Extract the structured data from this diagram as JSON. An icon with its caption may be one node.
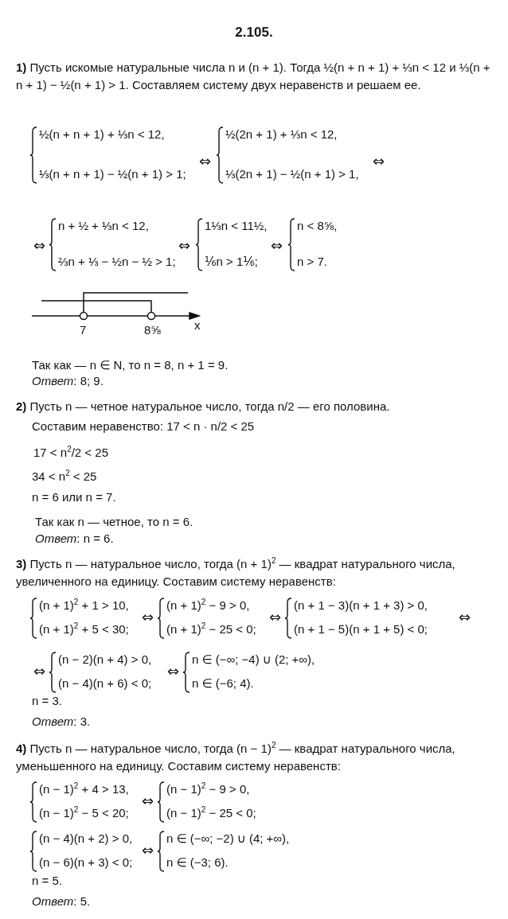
{
  "diagram": {
    "title": "2.105.",
    "labels": [
      "**1)** Пусть искомые натуральные числа n и (n + 1). Тогда ½(n + n + 1) + ⅓n < 12 и ⅓(n + n + 1) − ½(n + 1) > 1. Составляем систему двух неравенств и решаем ее.",
      "½(n + n + 1) + ⅓n < 12,",
      "⅓(n + n + 1) − ½(n + 1) > 1;",
      "⇔",
      "½(2n + 1) + ⅓n < 12,",
      "⅓(2n + 1) − ½(n + 1) > 1,",
      "⇔",
      "⇔",
      "n + ½ + ⅓n < 12,",
      "⅔n + ⅓ − ½n − ½ > 1;",
      "⇔",
      "1⅓n < 11½,",
      "⅙n > 1⅙;",
      "⇔",
      "n < 8⅝,",
      "n > 7.",
      "7",
      "8⅝",
      "x",
      "Так как — n ∈ N, то n = 8, n + 1 = 9.",
      "*Ответ*: 8; 9.",
      "**2)** Пусть n — четное натуральное число, тогда n/2 — его половина.",
      "Составим неравенство: 17 < n · n/2 < 25",
      "17 < n$^{2}$/2 < 25",
      "34 < n$^{2}$ < 25",
      "n = 6 или n = 7.",
      "Так как n — четное, то n = 6.",
      "*Ответ*: n = 6.",
      "**3)** Пусть n — натуральное число, тогда (n + 1)$^{2}$ — квадрат натурального числа, увеличенного на единицу. Составим систему неравенств:",
      "(n + 1)$^{2}$ + 1 > 10,",
      "(n + 1)$^{2}$ + 5 < 30;",
      "⇔",
      "(n + 1)$^{2}$ − 9 > 0,",
      "(n + 1)$^{2}$ − 25 < 0;",
      "⇔",
      "(n + 1 − 3)(n + 1 + 3) > 0,",
      "(n + 1 − 5)(n + 1 + 5) < 0;",
      "⇔",
      "⇔",
      "(n − 2)(n + 4) > 0,",
      "(n − 4)(n + 6) < 0;",
      "⇔",
      "n ∈ (−∞; −4) ∪ (2; +∞),",
      "n ∈ (−6; 4).",
      "n = 3.",
      "*Ответ*: 3.",
      "**4)** Пусть n — натуральное число, тогда (n − 1)$^{2}$ — квадрат натурального числа, уменьшенного на единицу. Составим систему неравенств:",
      "(n − 1)$^{2}$ + 4 > 13,",
      "(n − 1)$^{2}$ − 5 < 20;",
      "⇔",
      "(n − 1)$^{2}$ − 9 > 0,",
      "(n − 1)$^{2}$ − 25 < 0;",
      "(n − 4)(n + 2) > 0,",
      "(n − 6)(n + 3) < 0;",
      "⇔",
      "n ∈ (−∞; −2) ∪ (4; +∞),",
      "n ∈ (−3; 6).",
      "n = 5.",
      "*Ответ*: 5."
    ]
  }
}
